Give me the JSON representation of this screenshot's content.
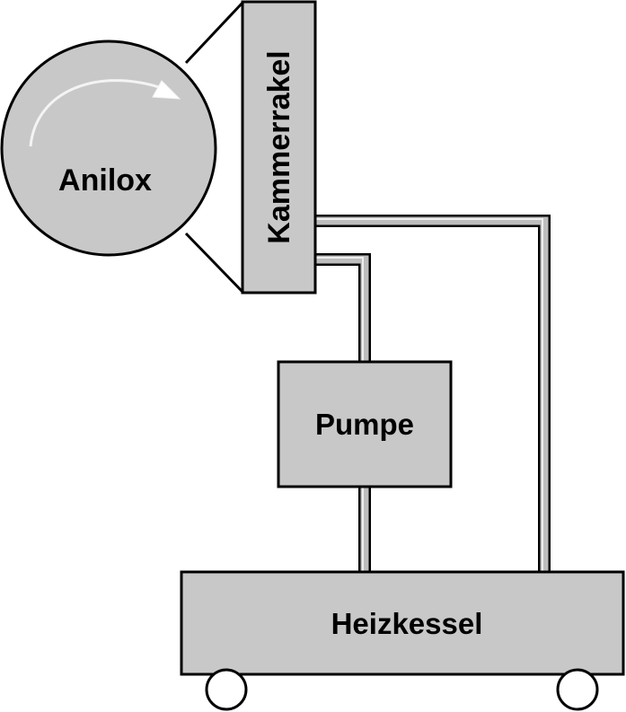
{
  "labels": {
    "anilox": "Anilox",
    "chamber_doctor_blade": "Kammerrakel",
    "pump": "Pumpe",
    "heating_tank": "Heizkessel"
  },
  "colors": {
    "fill": "#c8c8c8",
    "stroke": "#000000",
    "pipe_inner": "#bdbdbd",
    "pipe_highlight": "#efefef",
    "background": "#ffffff"
  }
}
